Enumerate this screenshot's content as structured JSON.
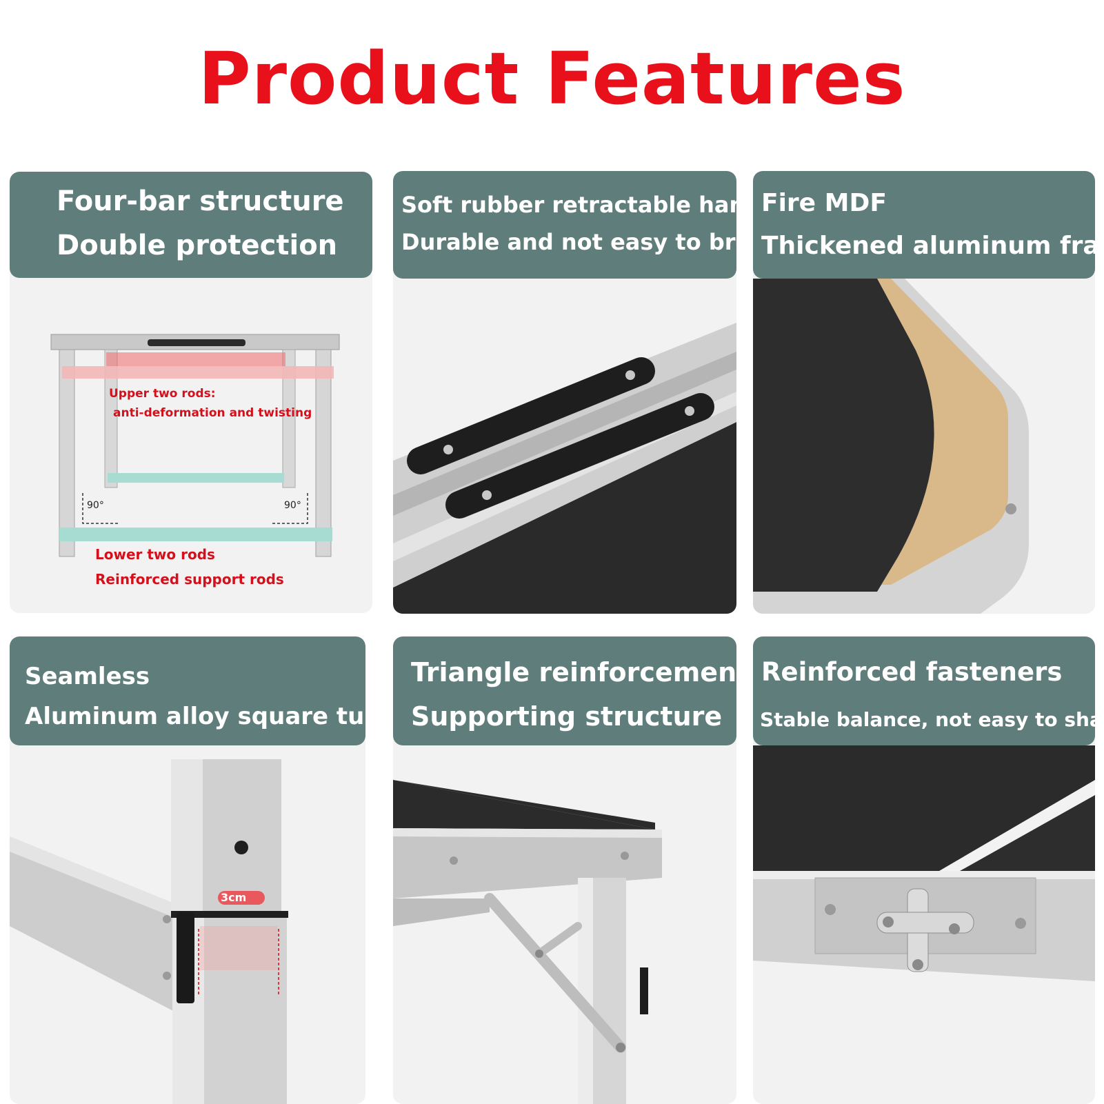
{
  "title": "Product Features",
  "colors": {
    "title": "#e8111b",
    "header_bg": "#5f7d7a",
    "annotation_red": "#d4101c",
    "card_bg": "#f2f2f2"
  },
  "cards": [
    {
      "line1": "Four-bar structure",
      "line2": "Double protection",
      "annotations": {
        "upper_1": "Upper two rods:",
        "upper_2": "anti-deformation and twisting",
        "angle_left": "90°",
        "angle_right": "90°",
        "lower_1": "Lower two rods",
        "lower_2": "Reinforced support rods"
      }
    },
    {
      "line1": "Soft rubber retractable handle",
      "line2": "Durable and not easy to break"
    },
    {
      "line1": "Fire MDF",
      "line2": "Thickened aluminum frame"
    },
    {
      "line1": "Seamless",
      "line2": "Aluminum alloy square tube",
      "annotations": {
        "width_label": "3cm"
      }
    },
    {
      "line1": "Triangle reinforcement",
      "line2": "Supporting structure"
    },
    {
      "line1": "Reinforced fasteners",
      "line2": "Stable balance, not easy to shake"
    }
  ]
}
